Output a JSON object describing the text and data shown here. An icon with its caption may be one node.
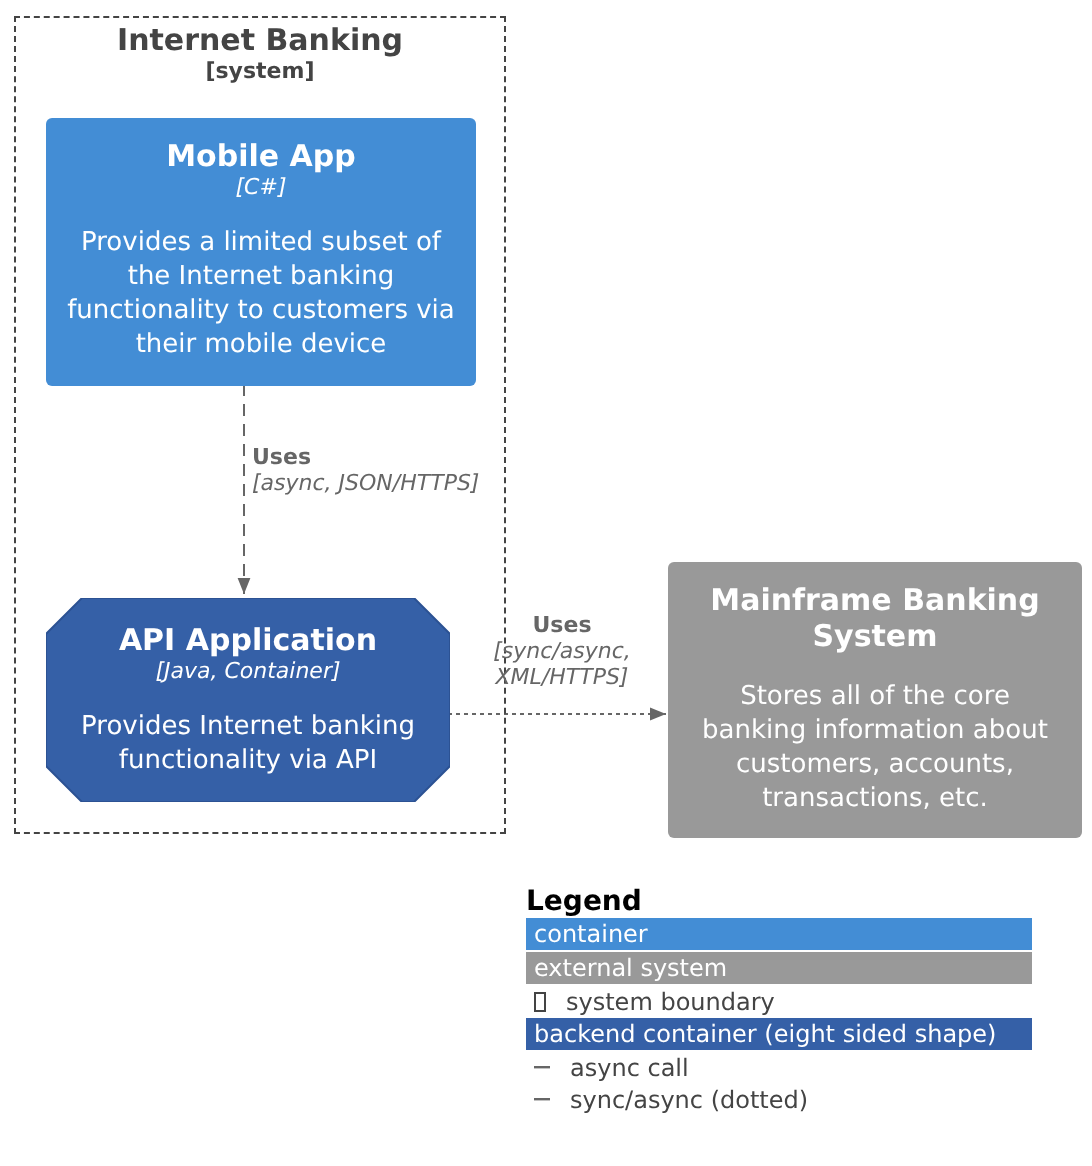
{
  "diagram": {
    "nodes": [
      {
        "text": [
          "Internet Banking",
          "[system]"
        ]
      },
      {
        "text": [
          "Mobile App",
          "[C#]",
          "Provides a limited subset of the Internet banking functionality to customers via their mobile device"
        ],
        "in": 0
      },
      {
        "text": [
          "API Application",
          "[Java, Container]",
          "Provides Internet banking functionality via API"
        ],
        "in": 0
      },
      {
        "text": [
          "Mainframe Banking System",
          "Stores all of the core banking information about customers, accounts, transactions, etc."
        ]
      }
    ],
    "edges": [
      {
        "from": 1,
        "to": 2,
        "arrow": "to",
        "label": "**Uses** *[async, JSON/HTTPS]*",
        "style": "dashed"
      },
      {
        "from": 2,
        "to": 3,
        "arrow": "to",
        "label": "**Uses** *[sync/async, XML/HTTPS]*"
      }
    ],
    "legend": [
      {
        "text": "Legend"
      },
      {
        "text": "container",
        "color": "#438dd5"
      },
      {
        "text": "external system",
        "color": "#999999"
      },
      {
        "text": "system boundary"
      },
      {
        "text": "backend container (eight sided shape)",
        "color": "#3560a7"
      },
      {
        "text": "async call"
      },
      {
        "text": "sync/async (dotted)"
      }
    ]
  }
}
